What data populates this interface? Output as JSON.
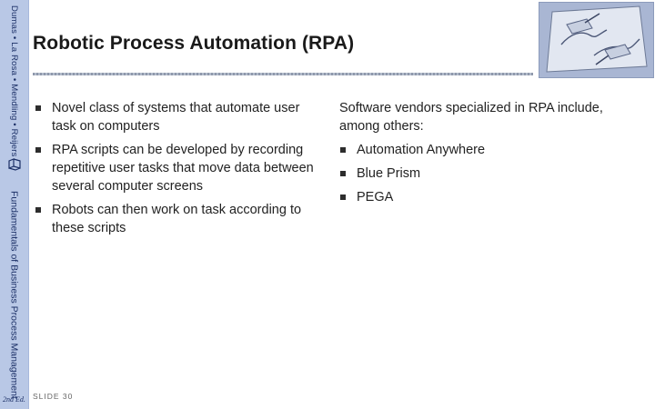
{
  "sidebar": {
    "top_text": "Dumas • La Rosa • Mendling • Reijers",
    "main_text": "Fundamentals of Business Process Management",
    "edition": "2nd Ed.",
    "book_icon": "book-icon"
  },
  "slide": {
    "title": "Robotic Process Automation (RPA)",
    "number_label": "SLIDE 30"
  },
  "left_column": {
    "bullets": [
      "Novel class of systems that automate user task on computers",
      "RPA scripts can be developed by recording repetitive user tasks that move data between several computer screens",
      "Robots can then work on task according to these scripts"
    ]
  },
  "right_column": {
    "intro": "Software vendors specialized in RPA include, among others:",
    "bullets": [
      "Automation Anywhere",
      "Blue Prism",
      "PEGA"
    ]
  },
  "colors": {
    "sidebar": "#b9c8e6",
    "sidebar_text": "#1b2f66",
    "illustration": "#a9b6d3"
  }
}
